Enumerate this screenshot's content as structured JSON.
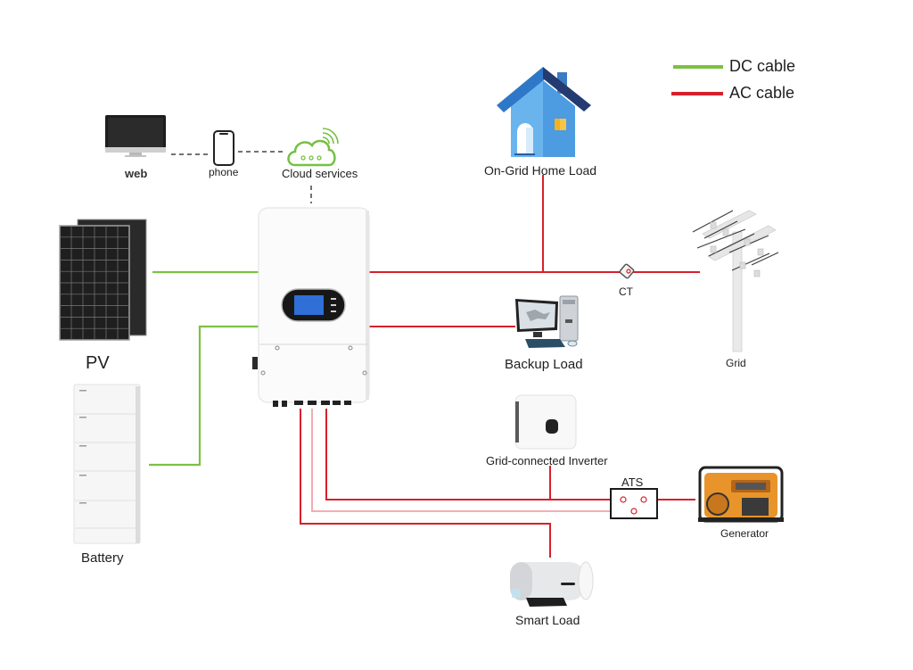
{
  "legend": {
    "dc": {
      "label": "DC cable",
      "color": "#7cc142"
    },
    "ac": {
      "label": "AC cable",
      "color": "#d7202b"
    }
  },
  "colors": {
    "ac_light": "#f2a3a8",
    "cloud_green": "#76c043",
    "house_blue_light": "#5aa9e6",
    "house_blue_dark": "#2a3f7a",
    "inverter_screen": "#2f6fd6",
    "generator_orange": "#e8942a"
  },
  "nodes": {
    "web": "web",
    "phone": "phone",
    "cloud": "Cloud services",
    "pv": "PV",
    "battery": "Battery",
    "home_load": "On-Grid Home Load",
    "ct": "CT",
    "grid": "Grid",
    "backup_load": "Backup Load",
    "grid_inverter": "Grid-connected Inverter",
    "ats": "ATS",
    "generator": "Generator",
    "smart_load": "Smart Load"
  }
}
